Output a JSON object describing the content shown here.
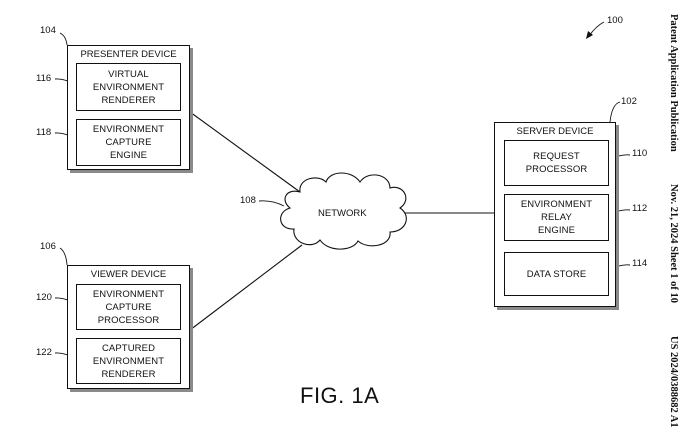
{
  "figure": {
    "label": "FIG. 1A",
    "system_ref": "100"
  },
  "presenter_device": {
    "ref": "104",
    "title": "PRESENTER DEVICE",
    "components": [
      {
        "ref": "116",
        "label": "VIRTUAL\nENVIRONMENT\nRENDERER"
      },
      {
        "ref": "118",
        "label": "ENVIRONMENT\nCAPTURE\nENGINE"
      }
    ]
  },
  "viewer_device": {
    "ref": "106",
    "title": "VIEWER DEVICE",
    "components": [
      {
        "ref": "120",
        "label": "ENVIRONMENT\nCAPTURE\nPROCESSOR"
      },
      {
        "ref": "122",
        "label": "CAPTURED\nENVIRONMENT\nRENDERER"
      }
    ]
  },
  "server_device": {
    "ref": "102",
    "title": "SERVER DEVICE",
    "components": [
      {
        "ref": "110",
        "label": "REQUEST\nPROCESSOR"
      },
      {
        "ref": "112",
        "label": "ENVIRONMENT\nRELAY\nENGINE"
      },
      {
        "ref": "114",
        "label": "DATA STORE"
      }
    ]
  },
  "network": {
    "ref": "108",
    "label": "NETWORK"
  },
  "header": {
    "publication": "Patent Application Publication",
    "date_sheet": "Nov. 21, 2024   Sheet 1 of 10",
    "number": "US 2024/0388682 A1"
  },
  "colors": {
    "line": "#111111",
    "shadow": "#8a8a8a",
    "background": "#ffffff"
  }
}
